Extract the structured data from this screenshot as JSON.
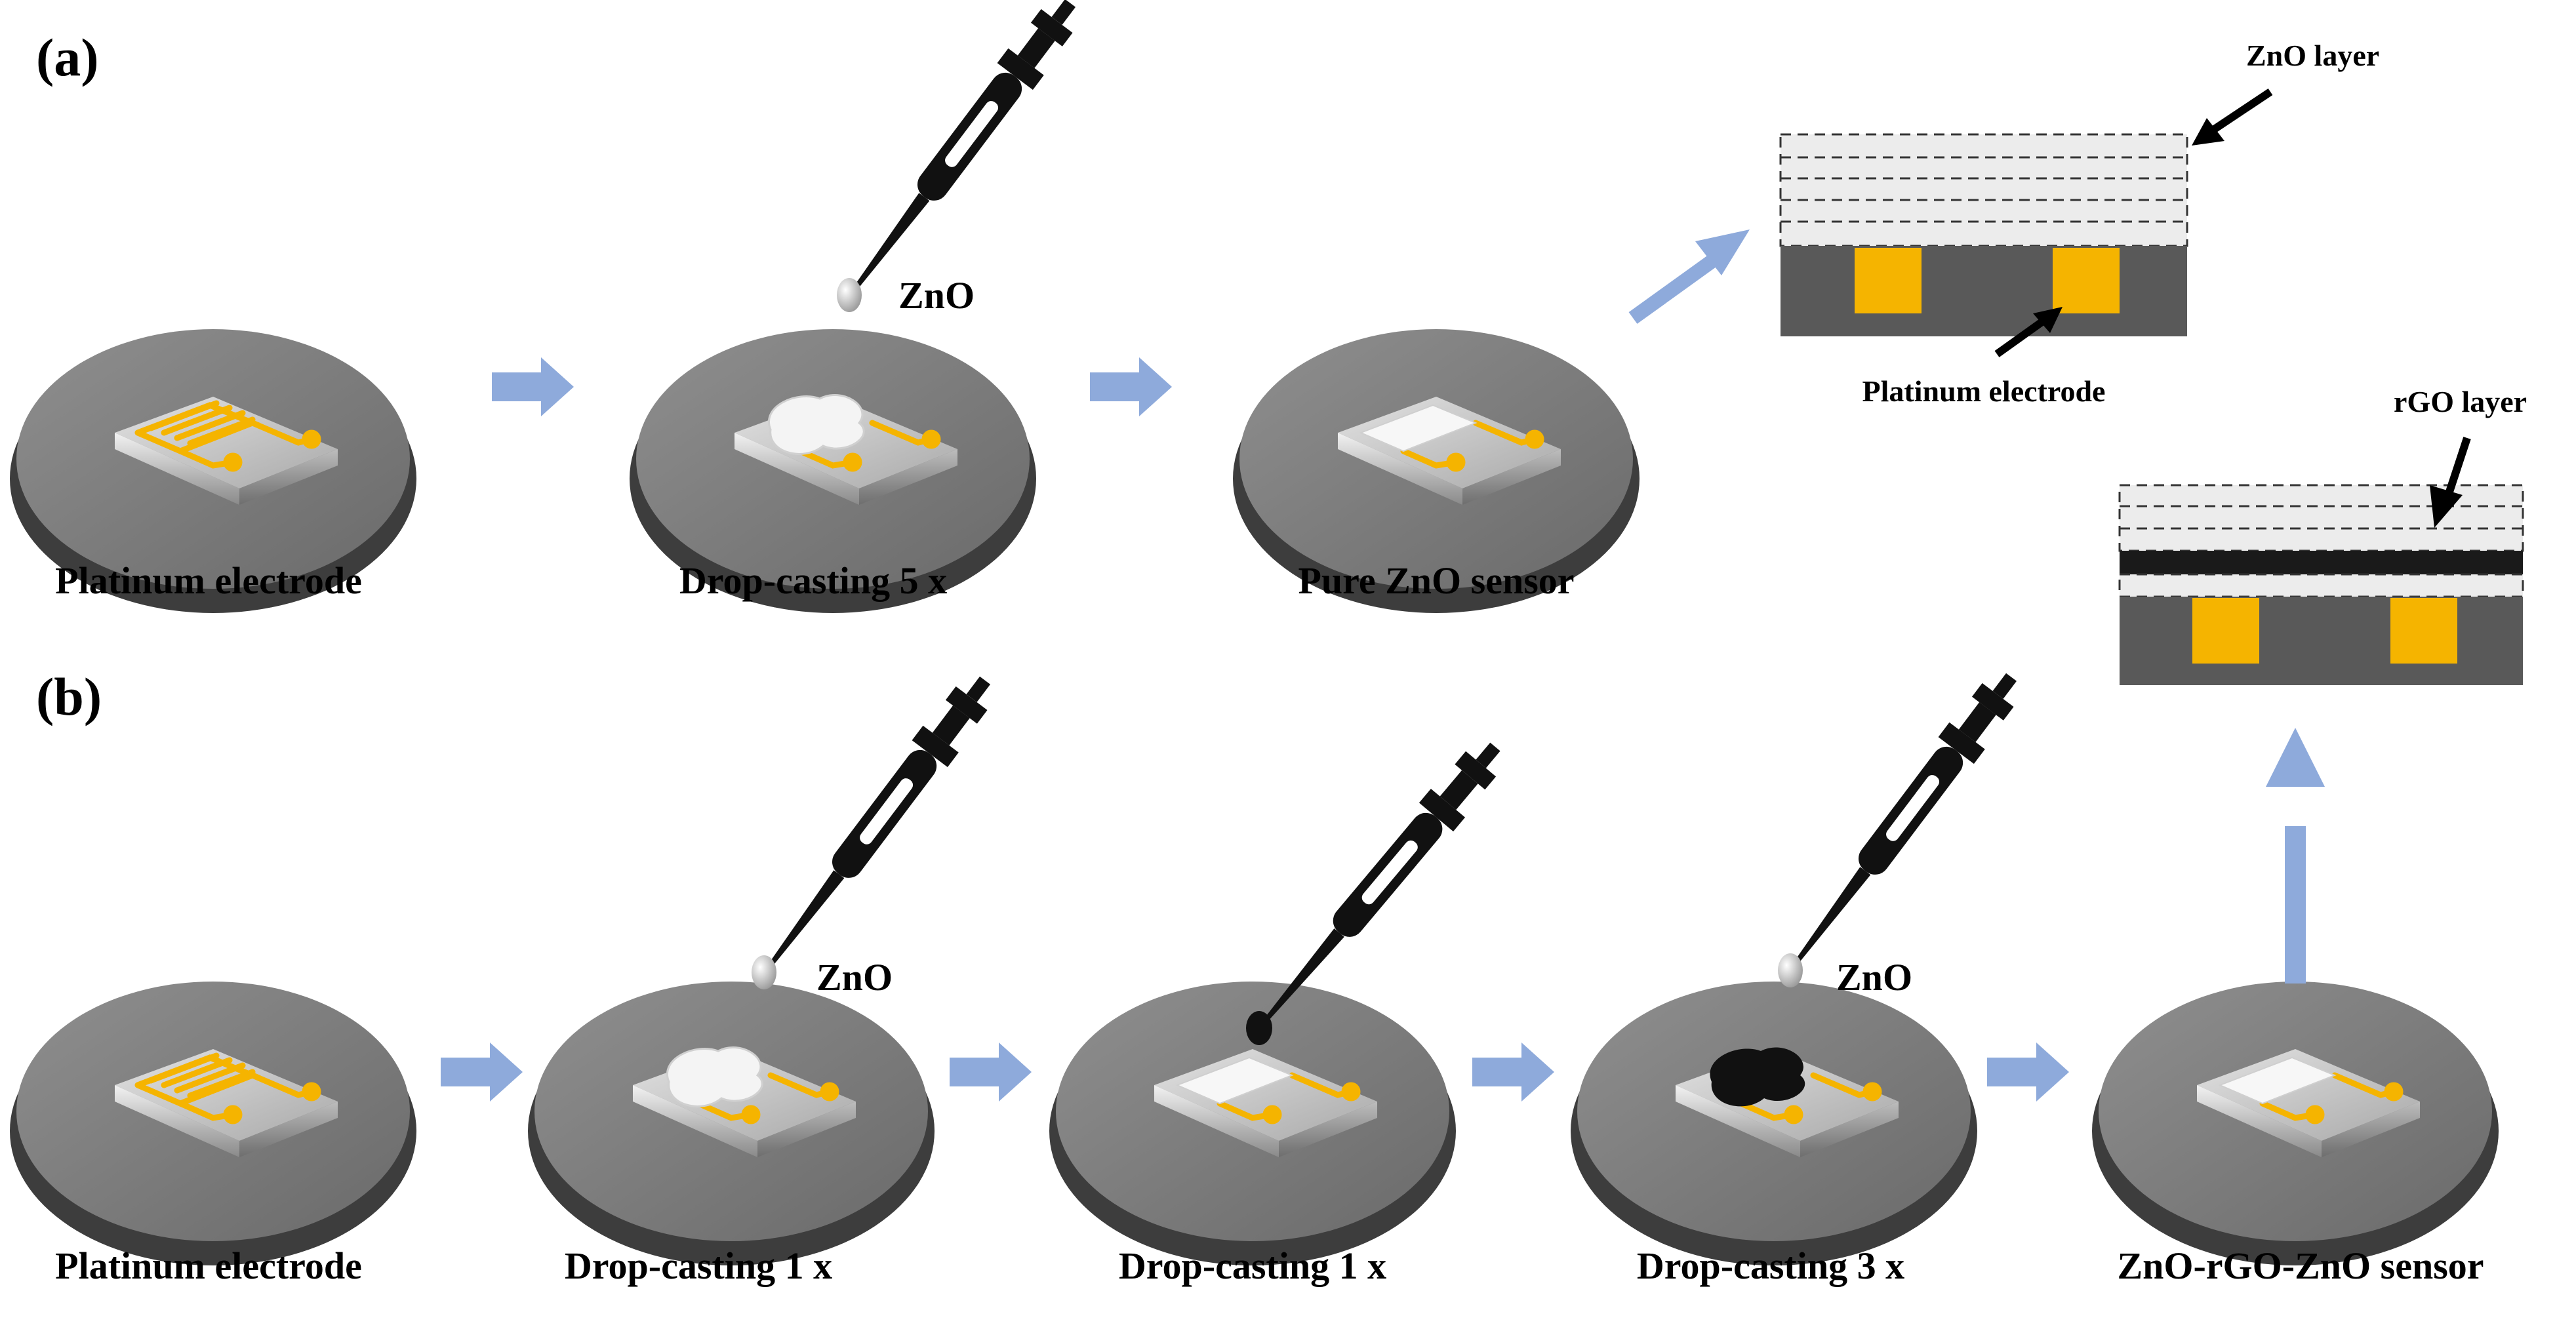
{
  "panel_a": {
    "label": "(a)",
    "steps": [
      {
        "caption": "Platinum electrode"
      },
      {
        "caption": "Drop-casting 5 x",
        "drop_label": "ZnO"
      },
      {
        "caption": "Pure ZnO sensor"
      }
    ],
    "cross_section": {
      "layer_label": "ZnO layer",
      "electrode_label": "Platinum electrode"
    }
  },
  "panel_b": {
    "label": "(b)",
    "steps": [
      {
        "caption": "Platinum electrode"
      },
      {
        "caption": "Drop-casting 1 x",
        "drop_label": "ZnO"
      },
      {
        "caption": "Drop-casting 1 x"
      },
      {
        "caption": "Drop-casting 3 x",
        "drop_label": "ZnO"
      },
      {
        "caption": "ZnO-rGO-ZnO sensor"
      }
    ],
    "cross_section": {
      "layer_label": "rGO layer"
    }
  },
  "colors": {
    "disk": "#7a7a7a",
    "electrode": "#f5b400",
    "arrow": "#8eaadb",
    "substrate": "#595959",
    "zno": "#ececec",
    "rgo": "#1a1a1a"
  }
}
